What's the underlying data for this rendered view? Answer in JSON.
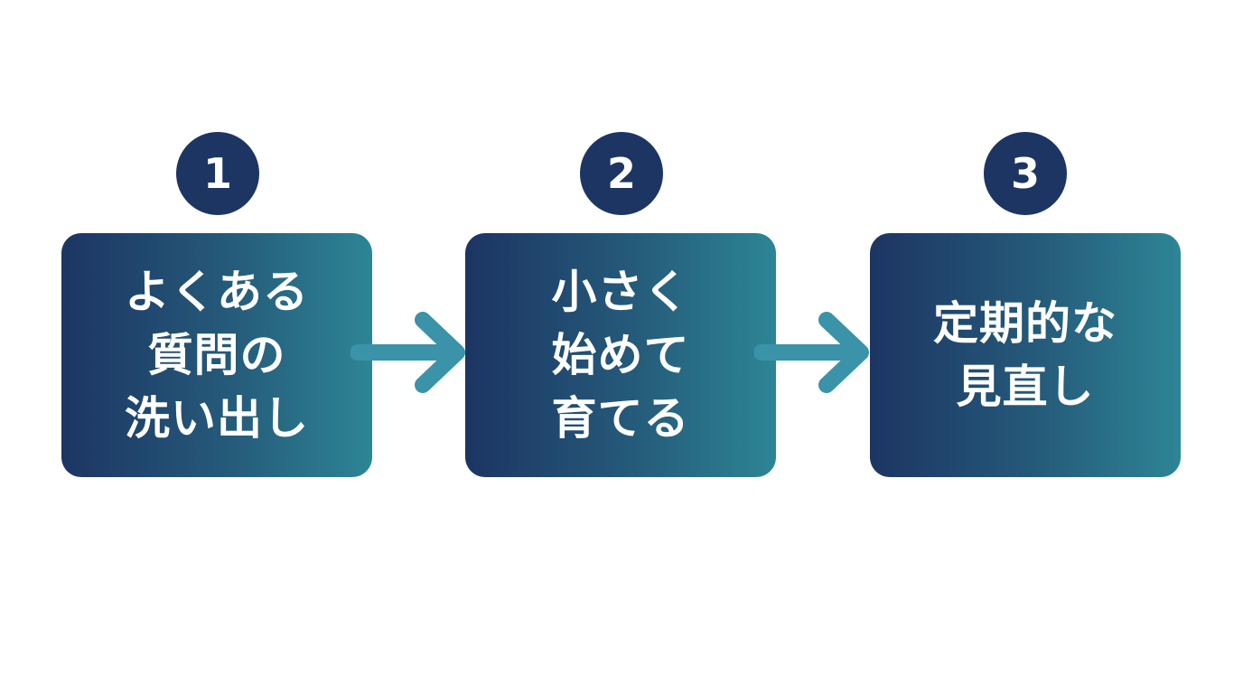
{
  "steps": [
    {
      "number": "1",
      "label": "よくある\n質問の\n洗い出し"
    },
    {
      "number": "2",
      "label": "小さく\n始めて\n育てる"
    },
    {
      "number": "3",
      "label": "定期的な\n見直し"
    }
  ],
  "colors": {
    "navy": "#1c3563",
    "teal": "#2d8595",
    "arrow": "#3a93a8"
  }
}
